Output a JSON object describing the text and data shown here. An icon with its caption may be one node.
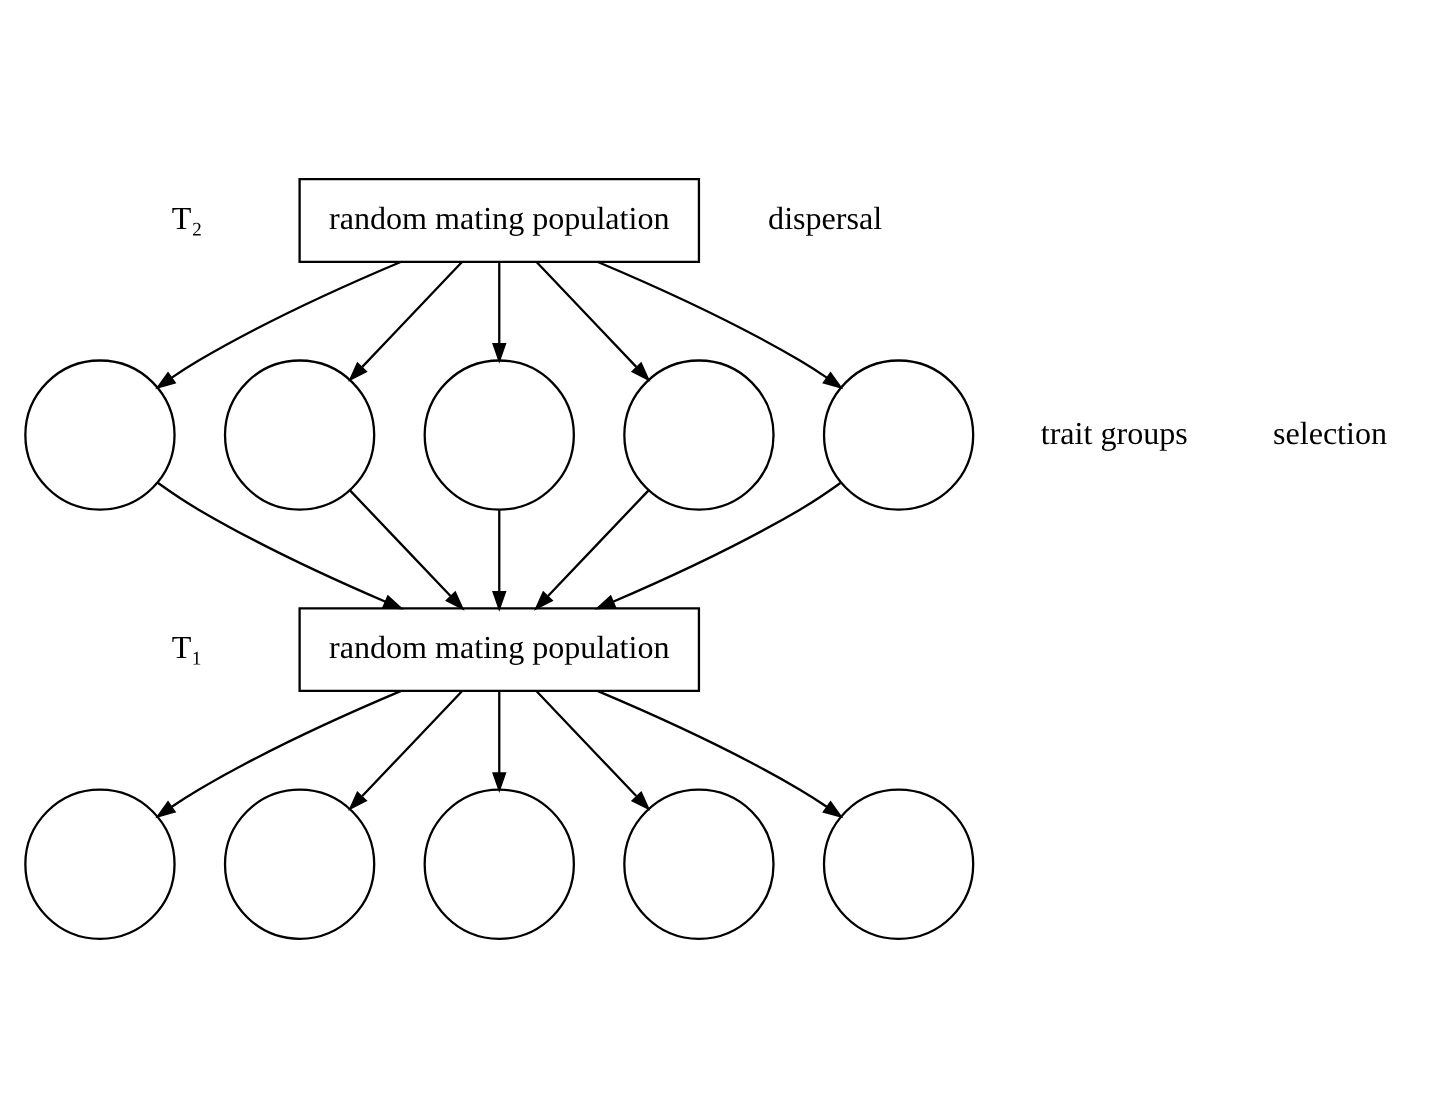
{
  "diagram": {
    "nodes": [
      {
        "text": [
          "random mating population"
        ]
      },
      {
        "text": [],
        "shape": "circle"
      },
      {
        "text": [],
        "shape": "circle"
      },
      {
        "text": [],
        "shape": "circle"
      },
      {
        "text": [],
        "shape": "circle"
      },
      {
        "text": [],
        "shape": "circle"
      },
      {
        "text": [
          "random mating population"
        ]
      },
      {
        "text": [],
        "shape": "circle"
      },
      {
        "text": [],
        "shape": "circle"
      },
      {
        "text": [],
        "shape": "circle"
      },
      {
        "text": [],
        "shape": "circle"
      },
      {
        "text": [],
        "shape": "circle"
      }
    ],
    "edges": [
      {
        "from": 0,
        "to": 1,
        "arrow": "to"
      },
      {
        "from": 0,
        "to": 2,
        "arrow": "to"
      },
      {
        "from": 0,
        "to": 3,
        "arrow": "to"
      },
      {
        "from": 0,
        "to": 4,
        "arrow": "to"
      },
      {
        "from": 0,
        "to": 5,
        "arrow": "to"
      },
      {
        "from": 1,
        "to": 6,
        "arrow": "to"
      },
      {
        "from": 2,
        "to": 6,
        "arrow": "to"
      },
      {
        "from": 3,
        "to": 6,
        "arrow": "to"
      },
      {
        "from": 4,
        "to": 6,
        "arrow": "to"
      },
      {
        "from": 5,
        "to": 6,
        "arrow": "to"
      },
      {
        "from": 6,
        "to": 7,
        "arrow": "to"
      },
      {
        "from": 6,
        "to": 8,
        "arrow": "to"
      },
      {
        "from": 6,
        "to": 9,
        "arrow": "to"
      },
      {
        "from": 6,
        "to": 10,
        "arrow": "to"
      },
      {
        "from": 6,
        "to": 11,
        "arrow": "to"
      }
    ],
    "labels": [
      "T₂",
      "dispersal",
      "trait groups",
      "selection",
      "T₁"
    ]
  }
}
